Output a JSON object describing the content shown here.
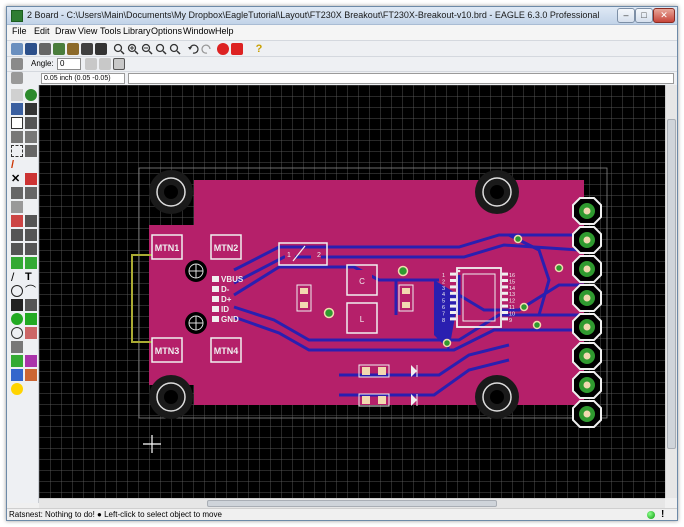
{
  "window": {
    "title": "2 Board - C:\\Users\\Main\\Documents\\My Dropbox\\EagleTutorial\\Layout\\FT230X Breakout\\FT230X-Breakout-v10.brd - EAGLE 6.3.0 Professional",
    "minimize": "–",
    "maximize": "□",
    "close": "✕"
  },
  "menu": [
    "File",
    "Edit",
    "Draw",
    "View",
    "Tools",
    "Library",
    "Options",
    "Window",
    "Help"
  ],
  "toolbar2": {
    "angle_label": "Angle:",
    "angle_value": "0"
  },
  "coordinate_readout": "0.05 inch (0.05 -0.05)",
  "board": {
    "parts": {
      "mtn1": "MTN1",
      "mtn2": "MTN2",
      "mtn3": "MTN3",
      "mtn4": "MTN4",
      "pin_vbus": "VBUS",
      "pin_dm": "D-",
      "pin_dp": "D+",
      "pin_id": "ID",
      "pin_gnd": "GND",
      "cap_c": "C",
      "cap_l": "L",
      "x1_pin1": "1",
      "x1_pin2": "2",
      "ic_left": [
        "1",
        "2",
        "3",
        "4",
        "5",
        "6",
        "7",
        "8"
      ],
      "ic_right": [
        "16",
        "15",
        "14",
        "13",
        "12",
        "11",
        "10",
        "9"
      ]
    },
    "colors": {
      "board_fill": "#b5206a",
      "trace_bottom": "#2a1fb0",
      "silkscreen": "#f0f0f0",
      "pad": "#2f9a2f",
      "outline": "#aaaa33",
      "background": "#000000"
    }
  },
  "status": {
    "text": "Ratsnest: Nothing to do!  ● Left-click to select object to move",
    "stop_icon": "!"
  }
}
